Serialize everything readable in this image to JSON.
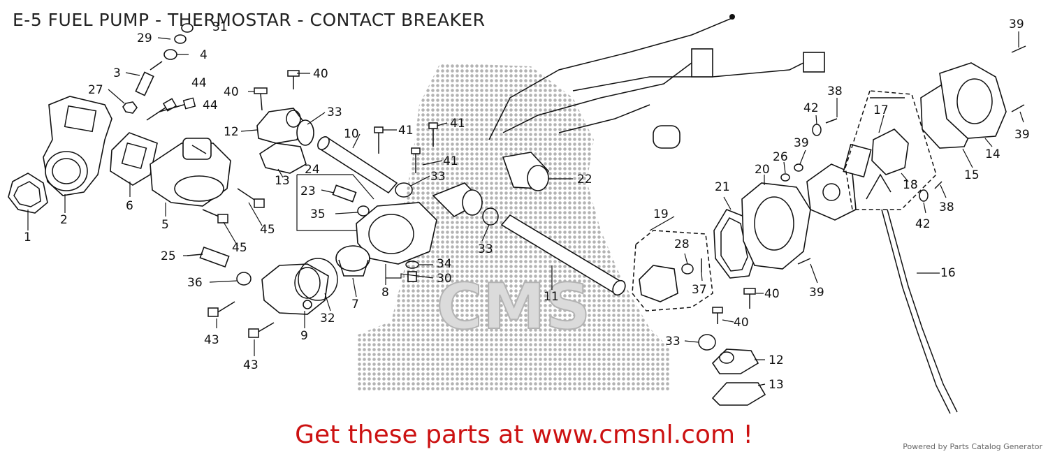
{
  "title": "E-5 FUEL PUMP - THERMOSTAR - CONTACT BREAKER",
  "callout": "Get these parts at www.cmsnl.com !",
  "footer": "Powered by Parts Catalog Generator",
  "watermark": "CMS www.cmsnl.com",
  "colors": {
    "callout": "#cc1111",
    "line": "#111111",
    "watermark": "#9a9a9a"
  },
  "part_labels": [
    "1",
    "2",
    "3",
    "4",
    "6",
    "5",
    "12",
    "13",
    "12",
    "13",
    "9",
    "10",
    "11",
    "7",
    "8",
    "14",
    "15",
    "16",
    "17",
    "18",
    "19",
    "20",
    "21",
    "22",
    "23",
    "24",
    "25",
    "26",
    "27",
    "28",
    "29",
    "30",
    "31",
    "32",
    "33",
    "33",
    "33",
    "33",
    "34",
    "35",
    "36",
    "37",
    "38",
    "38",
    "39",
    "39",
    "39",
    "39",
    "40",
    "40",
    "40",
    "40",
    "41",
    "41",
    "41",
    "42",
    "42",
    "43",
    "43",
    "44",
    "44",
    "45",
    "45"
  ]
}
